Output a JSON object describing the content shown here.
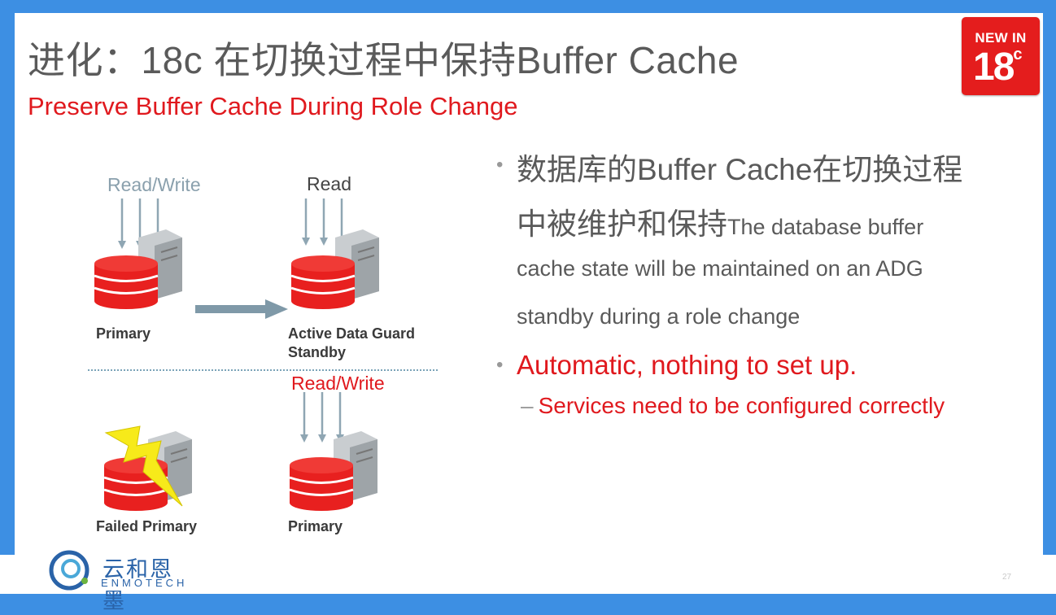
{
  "header": {
    "title": "进化：18c 在切换过程中保持Buffer Cache",
    "subtitle": "Preserve Buffer Cache During Role Change"
  },
  "badge": {
    "line1": "NEW IN",
    "version": "18",
    "sup": "c"
  },
  "diagram": {
    "top_left_label": "Read/Write",
    "top_right_label": "Read",
    "bottom_right_label": "Read/Write",
    "primary_caption": "Primary",
    "standby_caption_line1": "Active Data Guard",
    "standby_caption_line2": "Standby",
    "failed_caption": "Failed Primary",
    "new_primary_caption": "Primary"
  },
  "bullets": {
    "b1_line1": "数据库的Buffer Cache在切换过程",
    "b1_line2_cn": "中被维护和保持",
    "b1_line2_en": "The database buffer",
    "b1_line3": "cache state will be maintained on an ADG",
    "b1_line4": "standby during a role change",
    "b2": "Automatic, nothing to set up.",
    "b3": "Services need to be configured correctly",
    "dash": "–"
  },
  "footer": {
    "logo_cn": "云和恩墨",
    "logo_en": "ENMOTECH",
    "page": "27"
  },
  "colors": {
    "accent_red": "#e0191e",
    "background_blue": "#3d8fe3",
    "db_red": "#e8201f",
    "arrow_gray": "#7f99a8"
  },
  "icons": [
    "server-icon",
    "database-icon",
    "arrow-right-icon",
    "lightning-icon",
    "enmotech-logo-icon"
  ]
}
